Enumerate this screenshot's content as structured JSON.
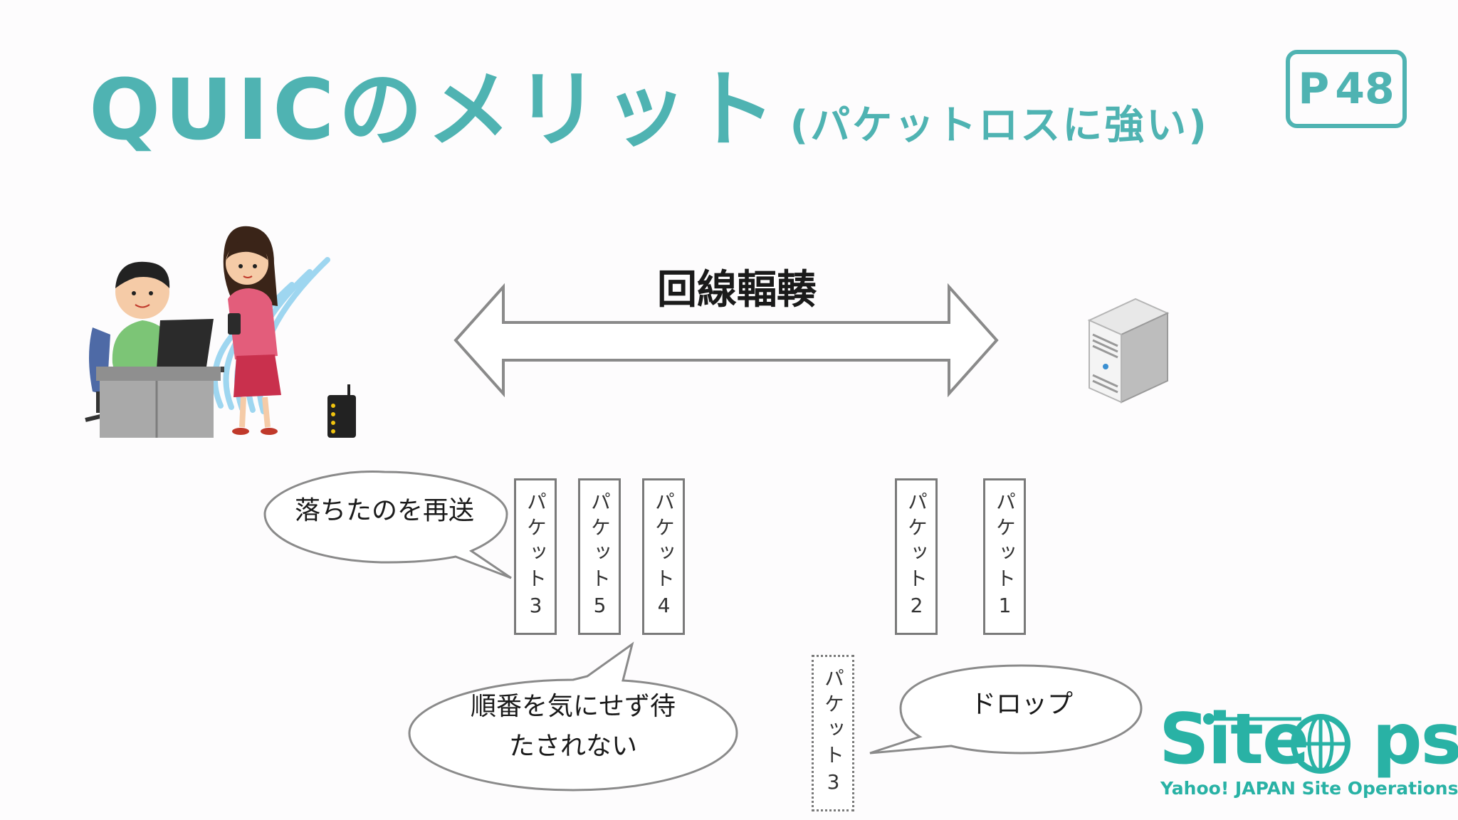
{
  "slide": {
    "title_main": "QUICのメリット",
    "title_sub": "(パケットロスに強い)",
    "page_prefix": "P",
    "page_number": "48"
  },
  "diagram": {
    "bandwidth_label": "回線輻輳",
    "packets": [
      {
        "label": "パケット3"
      },
      {
        "label": "パケット5"
      },
      {
        "label": "パケット4"
      },
      {
        "label": "パケット2"
      },
      {
        "label": "パケット1"
      }
    ],
    "dropped_packet": {
      "label": "パケット3"
    },
    "bubbles": {
      "resend": "落ちたのを再送",
      "no_wait_line1": "順番を気にせず待",
      "no_wait_line2": "たされない",
      "drop": "ドロップ"
    }
  },
  "logo": {
    "word_part1": "Site",
    "word_part2": "ps",
    "tagline": "Yahoo! JAPAN  Site Operations"
  },
  "colors": {
    "accent": "#4fb3b2",
    "logo": "#29b2a5"
  }
}
